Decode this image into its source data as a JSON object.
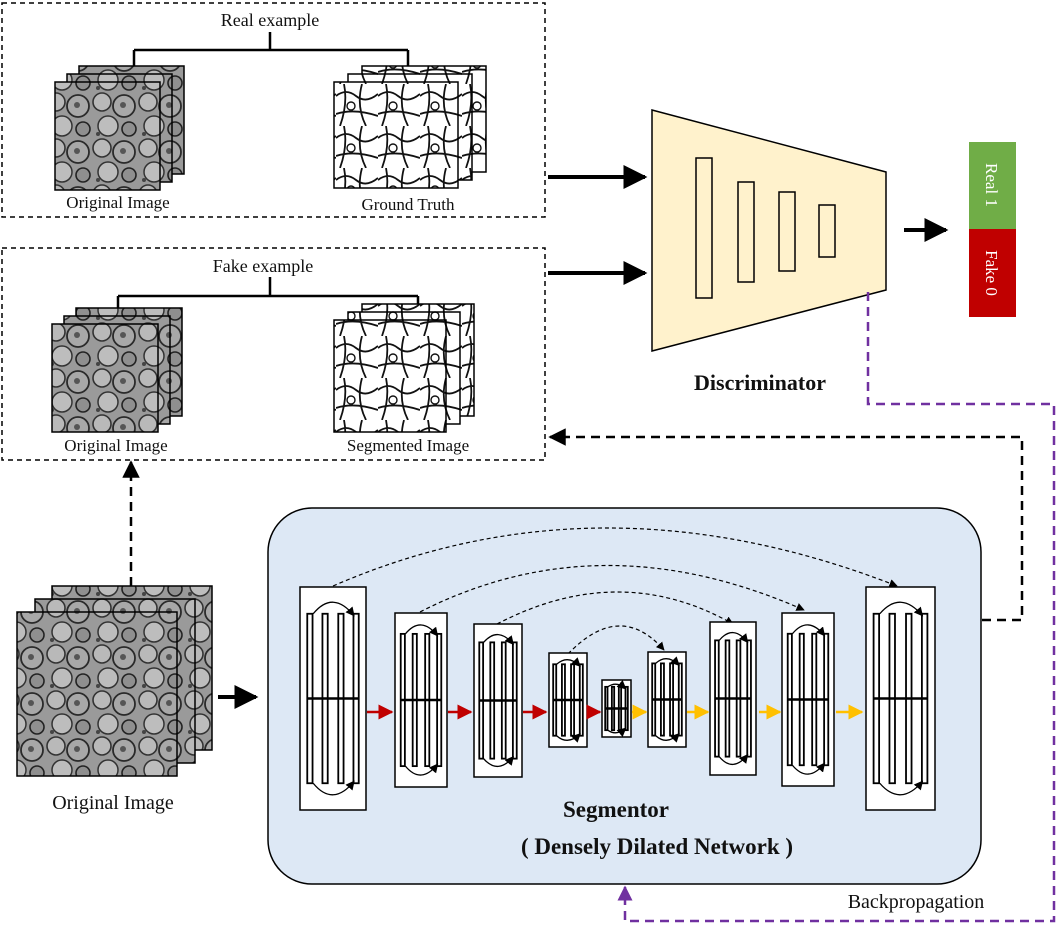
{
  "real_example": {
    "title": "Real example",
    "original_caption": "Original Image",
    "gt_caption": "Ground Truth"
  },
  "fake_example": {
    "title": "Fake example",
    "original_caption": "Original Image",
    "seg_caption": "Segmented Image"
  },
  "discriminator": {
    "label": "Discriminator",
    "out_real": "Real 1",
    "out_fake": "Fake 0",
    "real_color": "#70ad47",
    "fake_color": "#c00000",
    "fill_color": "#fff2cc"
  },
  "input": {
    "caption": "Original  Image"
  },
  "segmentor": {
    "title": "Segmentor",
    "subtitle": "( Densely Dilated Network )",
    "fill_color": "#dde8f5",
    "down_arrow_color": "#c00000",
    "up_arrow_color": "#ffc000"
  },
  "backprop": {
    "label": "Backpropagation",
    "color": "#7030a0"
  }
}
